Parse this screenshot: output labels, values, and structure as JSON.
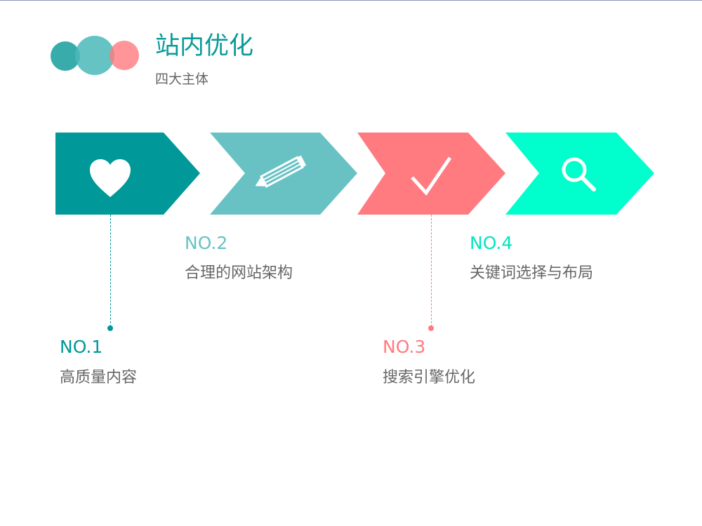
{
  "header": {
    "title": "站内优化",
    "subtitle": "四大主体"
  },
  "colors": {
    "teal_dark": "#009898",
    "teal_light": "#68c2c3",
    "coral": "#ff7b80",
    "aqua": "#00ffcc"
  },
  "steps": [
    {
      "number": "NO.1",
      "label": "高质量内容",
      "icon": "heart-icon",
      "color": "#009898"
    },
    {
      "number": "NO.2",
      "label": "合理的网站架构",
      "icon": "pencil-icon",
      "color": "#68c2c3"
    },
    {
      "number": "NO.3",
      "label": "搜索引擎优化",
      "icon": "check-icon",
      "color": "#ff7b80"
    },
    {
      "number": "NO.4",
      "label": "关键词选择与布局",
      "icon": "search-icon",
      "color": "#00ffcc"
    }
  ]
}
